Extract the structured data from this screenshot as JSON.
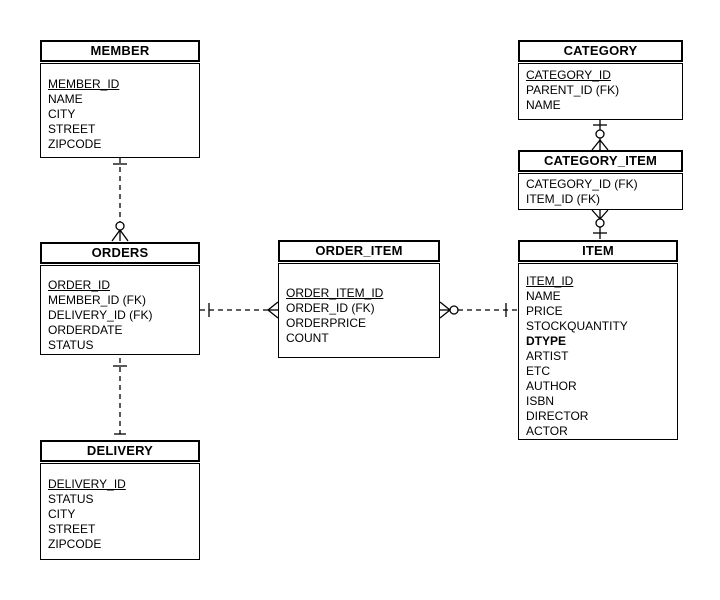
{
  "colors": {
    "line": "#000000",
    "background": "#ffffff",
    "text": "#000000"
  },
  "entities": [
    {
      "id": "member",
      "title": "MEMBER",
      "attributes": [
        {
          "text": "MEMBER_ID",
          "pk": true
        },
        {
          "text": "NAME"
        },
        {
          "text": "CITY"
        },
        {
          "text": "STREET"
        },
        {
          "text": "ZIPCODE"
        }
      ]
    },
    {
      "id": "category",
      "title": "CATEGORY",
      "attributes": [
        {
          "text": "CATEGORY_ID",
          "pk": true
        },
        {
          "text": "PARENT_ID (FK)"
        },
        {
          "text": "NAME"
        }
      ]
    },
    {
      "id": "category_item",
      "title": "CATEGORY_ITEM",
      "attributes": [
        {
          "text": "CATEGORY_ID (FK)"
        },
        {
          "text": "ITEM_ID (FK)"
        }
      ]
    },
    {
      "id": "item",
      "title": "ITEM",
      "attributes": [
        {
          "text": "ITEM_ID",
          "pk": true
        },
        {
          "text": "NAME"
        },
        {
          "text": "PRICE"
        },
        {
          "text": "STOCKQUANTITY"
        },
        {
          "text": "DTYPE",
          "bold": true
        },
        {
          "text": "ARTIST"
        },
        {
          "text": "ETC"
        },
        {
          "text": "AUTHOR"
        },
        {
          "text": "ISBN"
        },
        {
          "text": "DIRECTOR"
        },
        {
          "text": "ACTOR"
        }
      ]
    },
    {
      "id": "orders",
      "title": "ORDERS",
      "attributes": [
        {
          "text": "ORDER_ID",
          "pk": true
        },
        {
          "text": "MEMBER_ID (FK)"
        },
        {
          "text": "DELIVERY_ID (FK)"
        },
        {
          "text": "ORDERDATE"
        },
        {
          "text": "STATUS"
        }
      ]
    },
    {
      "id": "order_item",
      "title": "ORDER_ITEM",
      "attributes": [
        {
          "text": "ORDER_ITEM_ID",
          "pk": true
        },
        {
          "text": "ORDER_ID (FK)"
        },
        {
          "text": "ORDERPRICE"
        },
        {
          "text": "COUNT"
        }
      ]
    },
    {
      "id": "delivery",
      "title": "DELIVERY",
      "attributes": [
        {
          "text": "DELIVERY_ID",
          "pk": true
        },
        {
          "text": "STATUS"
        },
        {
          "text": "CITY"
        },
        {
          "text": "STREET"
        },
        {
          "text": "ZIPCODE"
        }
      ]
    }
  ],
  "relationships": [
    {
      "from": "MEMBER",
      "to": "ORDERS",
      "from_cardinality": "one",
      "to_cardinality": "zero-or-many",
      "line": "dashed"
    },
    {
      "from": "ORDERS",
      "to": "DELIVERY",
      "from_cardinality": "one",
      "to_cardinality": "one",
      "line": "dashed"
    },
    {
      "from": "ORDERS",
      "to": "ORDER_ITEM",
      "from_cardinality": "one",
      "to_cardinality": "many",
      "line": "dashed"
    },
    {
      "from": "ITEM",
      "to": "ORDER_ITEM",
      "from_cardinality": "one",
      "to_cardinality": "zero-or-many",
      "line": "dashed"
    },
    {
      "from": "CATEGORY",
      "to": "CATEGORY_ITEM",
      "from_cardinality": "one",
      "to_cardinality": "zero-or-many",
      "line": "solid"
    },
    {
      "from": "ITEM",
      "to": "CATEGORY_ITEM",
      "from_cardinality": "one",
      "to_cardinality": "zero-or-many",
      "line": "solid"
    }
  ]
}
